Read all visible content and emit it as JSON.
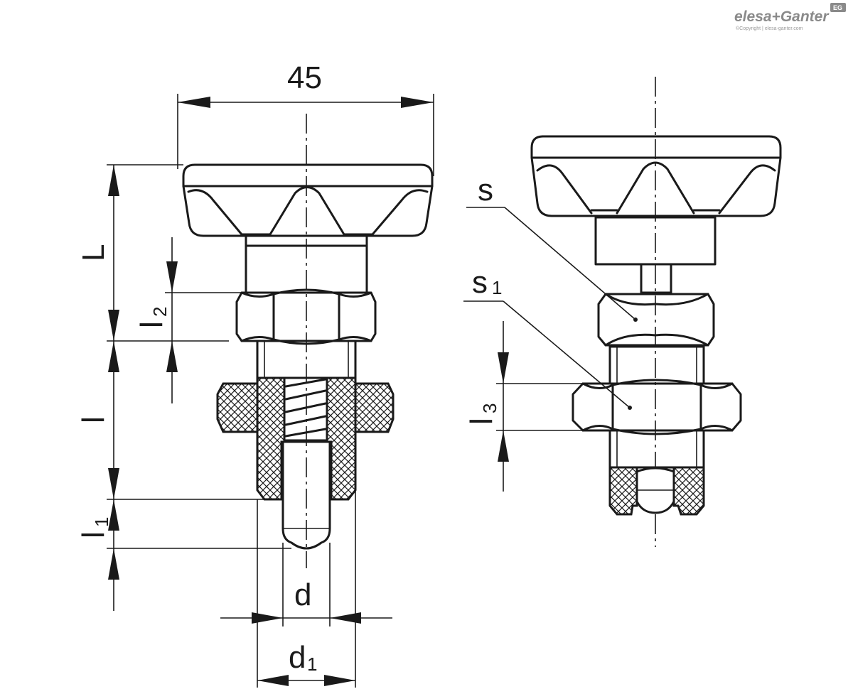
{
  "brand": {
    "logo_text": "elesa+Ganter",
    "badge": "EG",
    "copyright": "©Copyright | elesa-ganter.com"
  },
  "dimensions": {
    "width_value": "45",
    "L": "L",
    "l2_base": "l",
    "l2_sub": "2",
    "l_base": "l",
    "l1_base": "l",
    "l1_sub": "1",
    "d": "d",
    "d1_base": "d",
    "d1_sub": "1",
    "l3_base": "l",
    "l3_sub": "3",
    "s": "s",
    "s1_base": "s",
    "s1_sub": "1"
  },
  "colors": {
    "line": "#1a1a1a",
    "background": "#ffffff",
    "logo": "#8a8a8a"
  }
}
